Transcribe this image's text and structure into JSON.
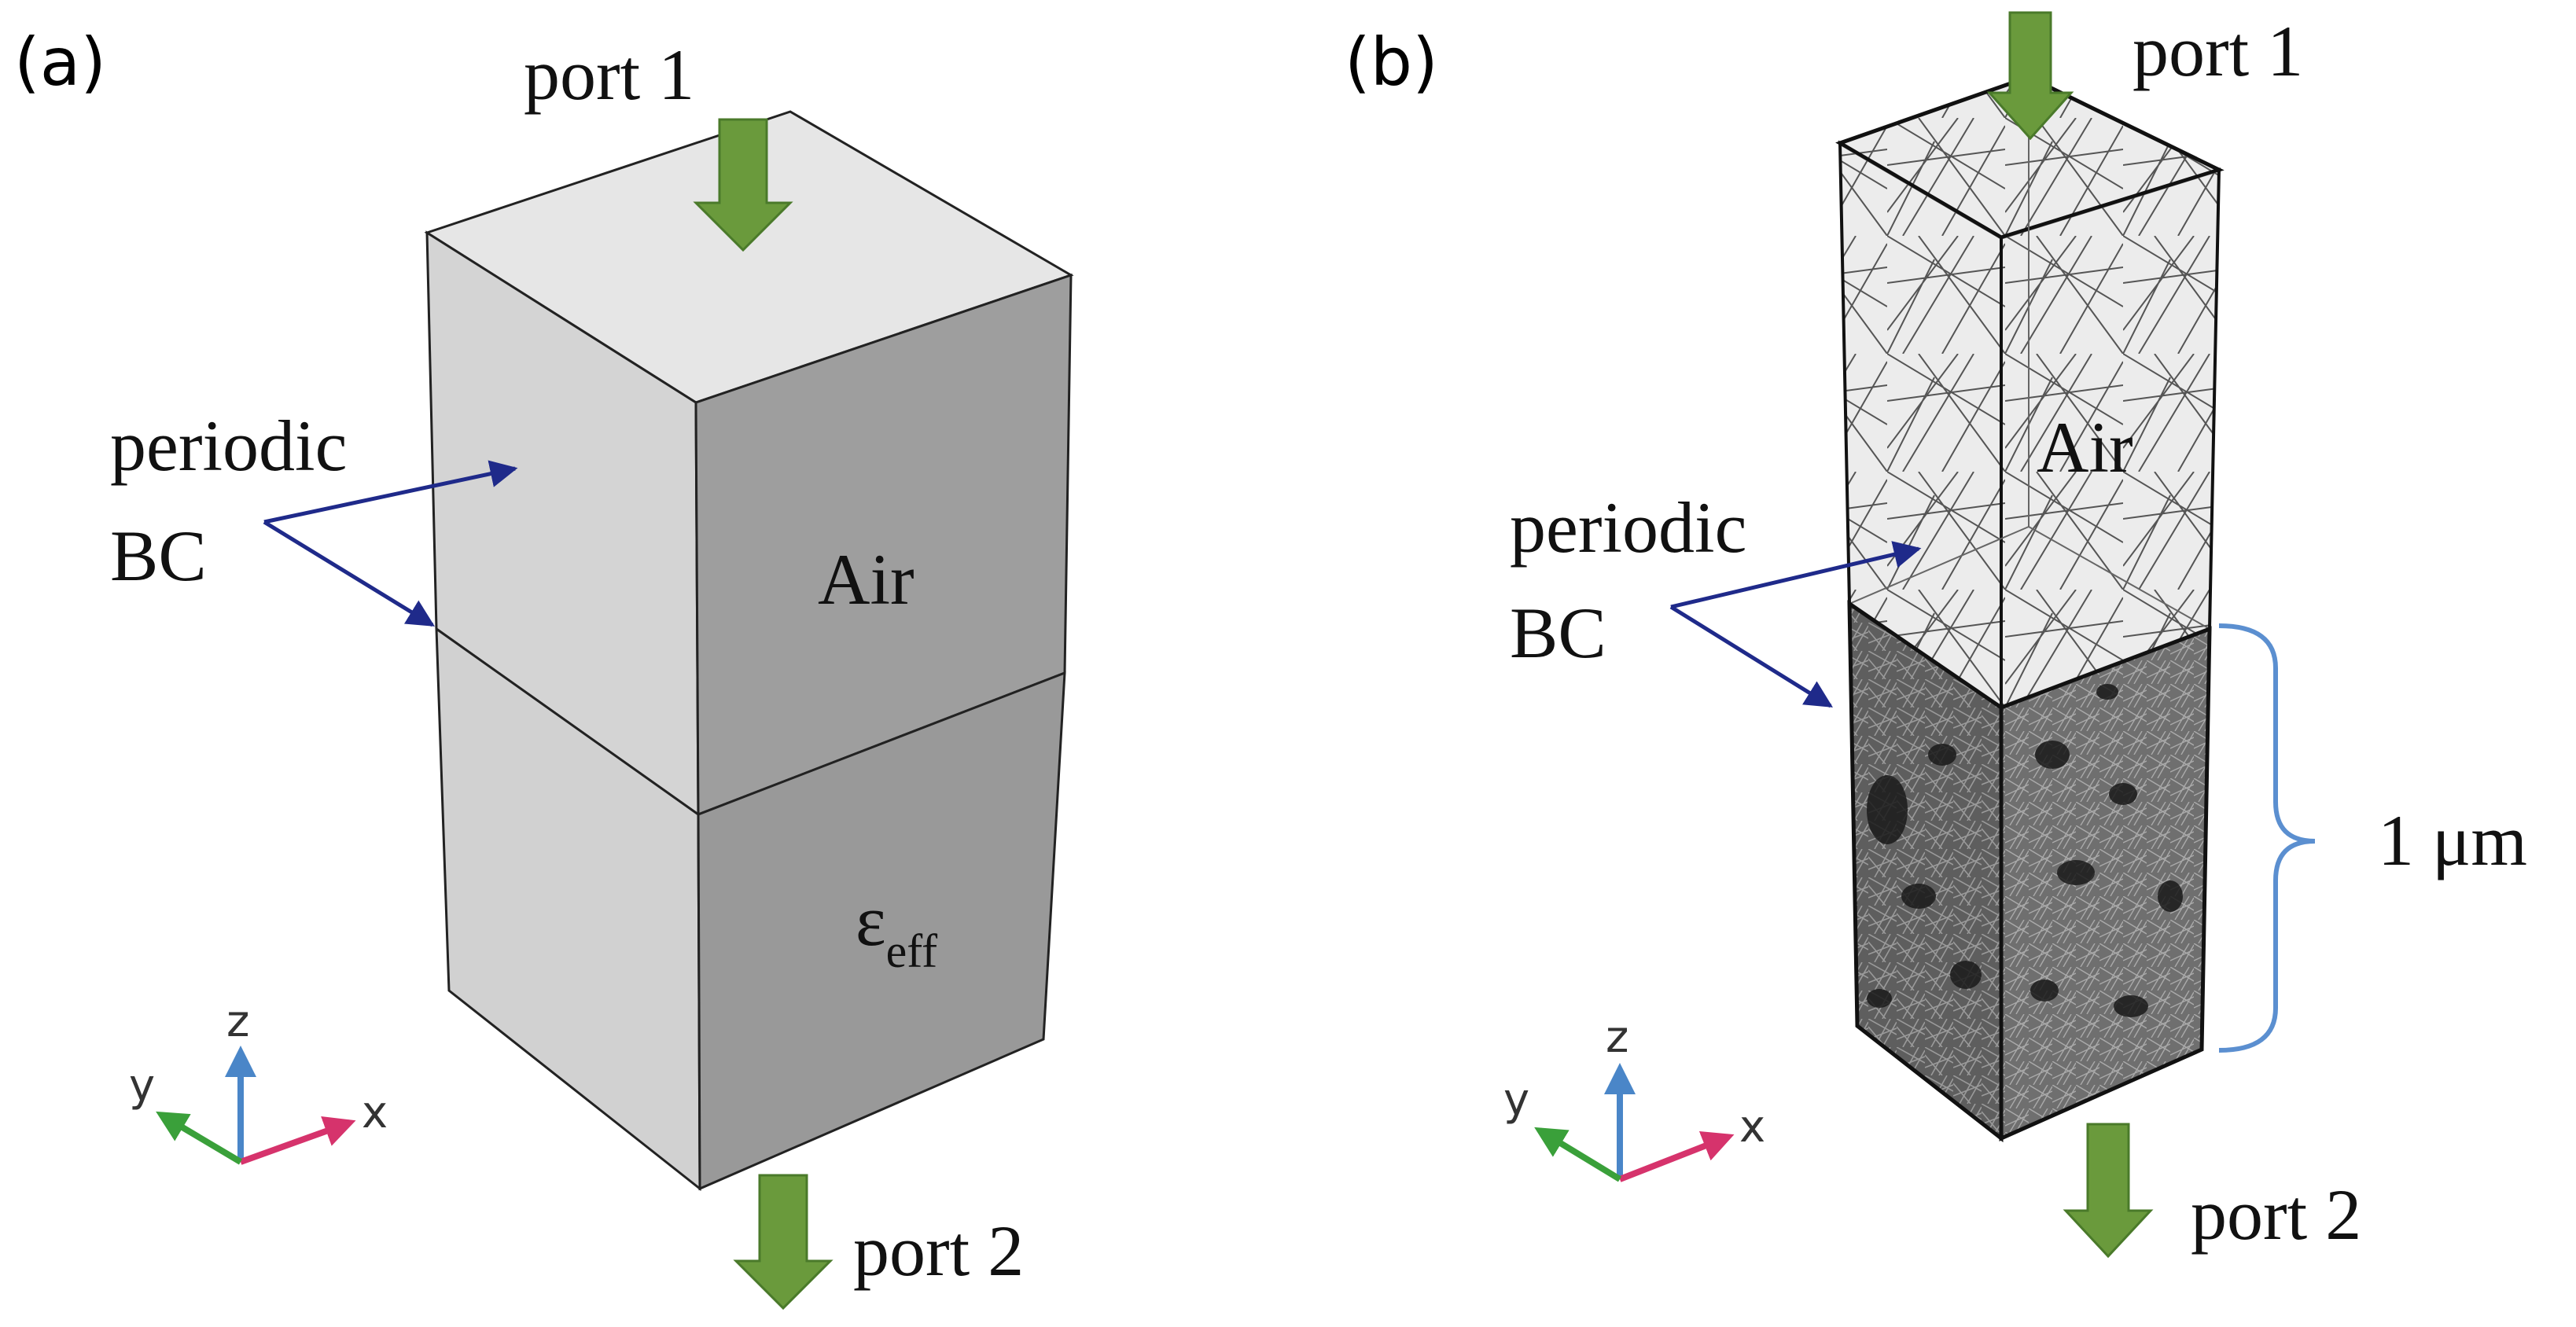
{
  "panel_a": {
    "label": "(a)",
    "port_top": "port 1",
    "port_bottom": "port 2",
    "bc_line1": "periodic",
    "bc_line2": "BC",
    "region_air": "Air",
    "region_eff_base": "ε",
    "region_eff_sub": "eff",
    "axes": {
      "x": "x",
      "y": "y",
      "z": "z"
    }
  },
  "panel_b": {
    "label": "(b)",
    "port_top": "port 1",
    "port_bottom": "port 2",
    "bc_line1": "periodic",
    "bc_line2": "BC",
    "region_air": "Air",
    "dimension": "1 μm",
    "axes": {
      "x": "x",
      "y": "y",
      "z": "z"
    }
  },
  "colors": {
    "port_arrow": "#6a9a3c",
    "port_arrow_edge": "#4a7a2a",
    "bc_arrow": "#1f2a8a",
    "bracket": "#5b8fd0",
    "axis_x": "#d6336c",
    "axis_y": "#3aa03a",
    "axis_z": "#4a86c8",
    "face_top": "#e4e4e4",
    "face_left": "#d3d3d3",
    "face_right": "#9c9c9c",
    "mesh_dark": "#2a2a2a"
  }
}
